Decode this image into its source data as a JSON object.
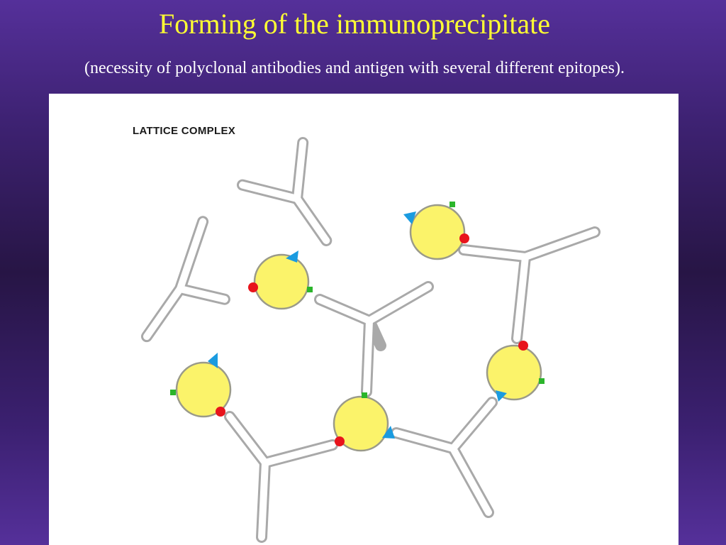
{
  "slide": {
    "title": "Forming of the immunoprecipitate",
    "subtitle": "(necessity of polyclonal antibodies and antigen with several different epitopes)."
  },
  "figure": {
    "label": "LATTICE COMPLEX",
    "colors": {
      "antigen_fill": "#fbf36a",
      "antigen_stroke": "#9a9a8a",
      "antibody_stroke": "#a9a9a9",
      "epitope_red": "#e8141c",
      "epitope_blue": "#1a9be0",
      "epitope_green": "#2bb52b"
    }
  }
}
